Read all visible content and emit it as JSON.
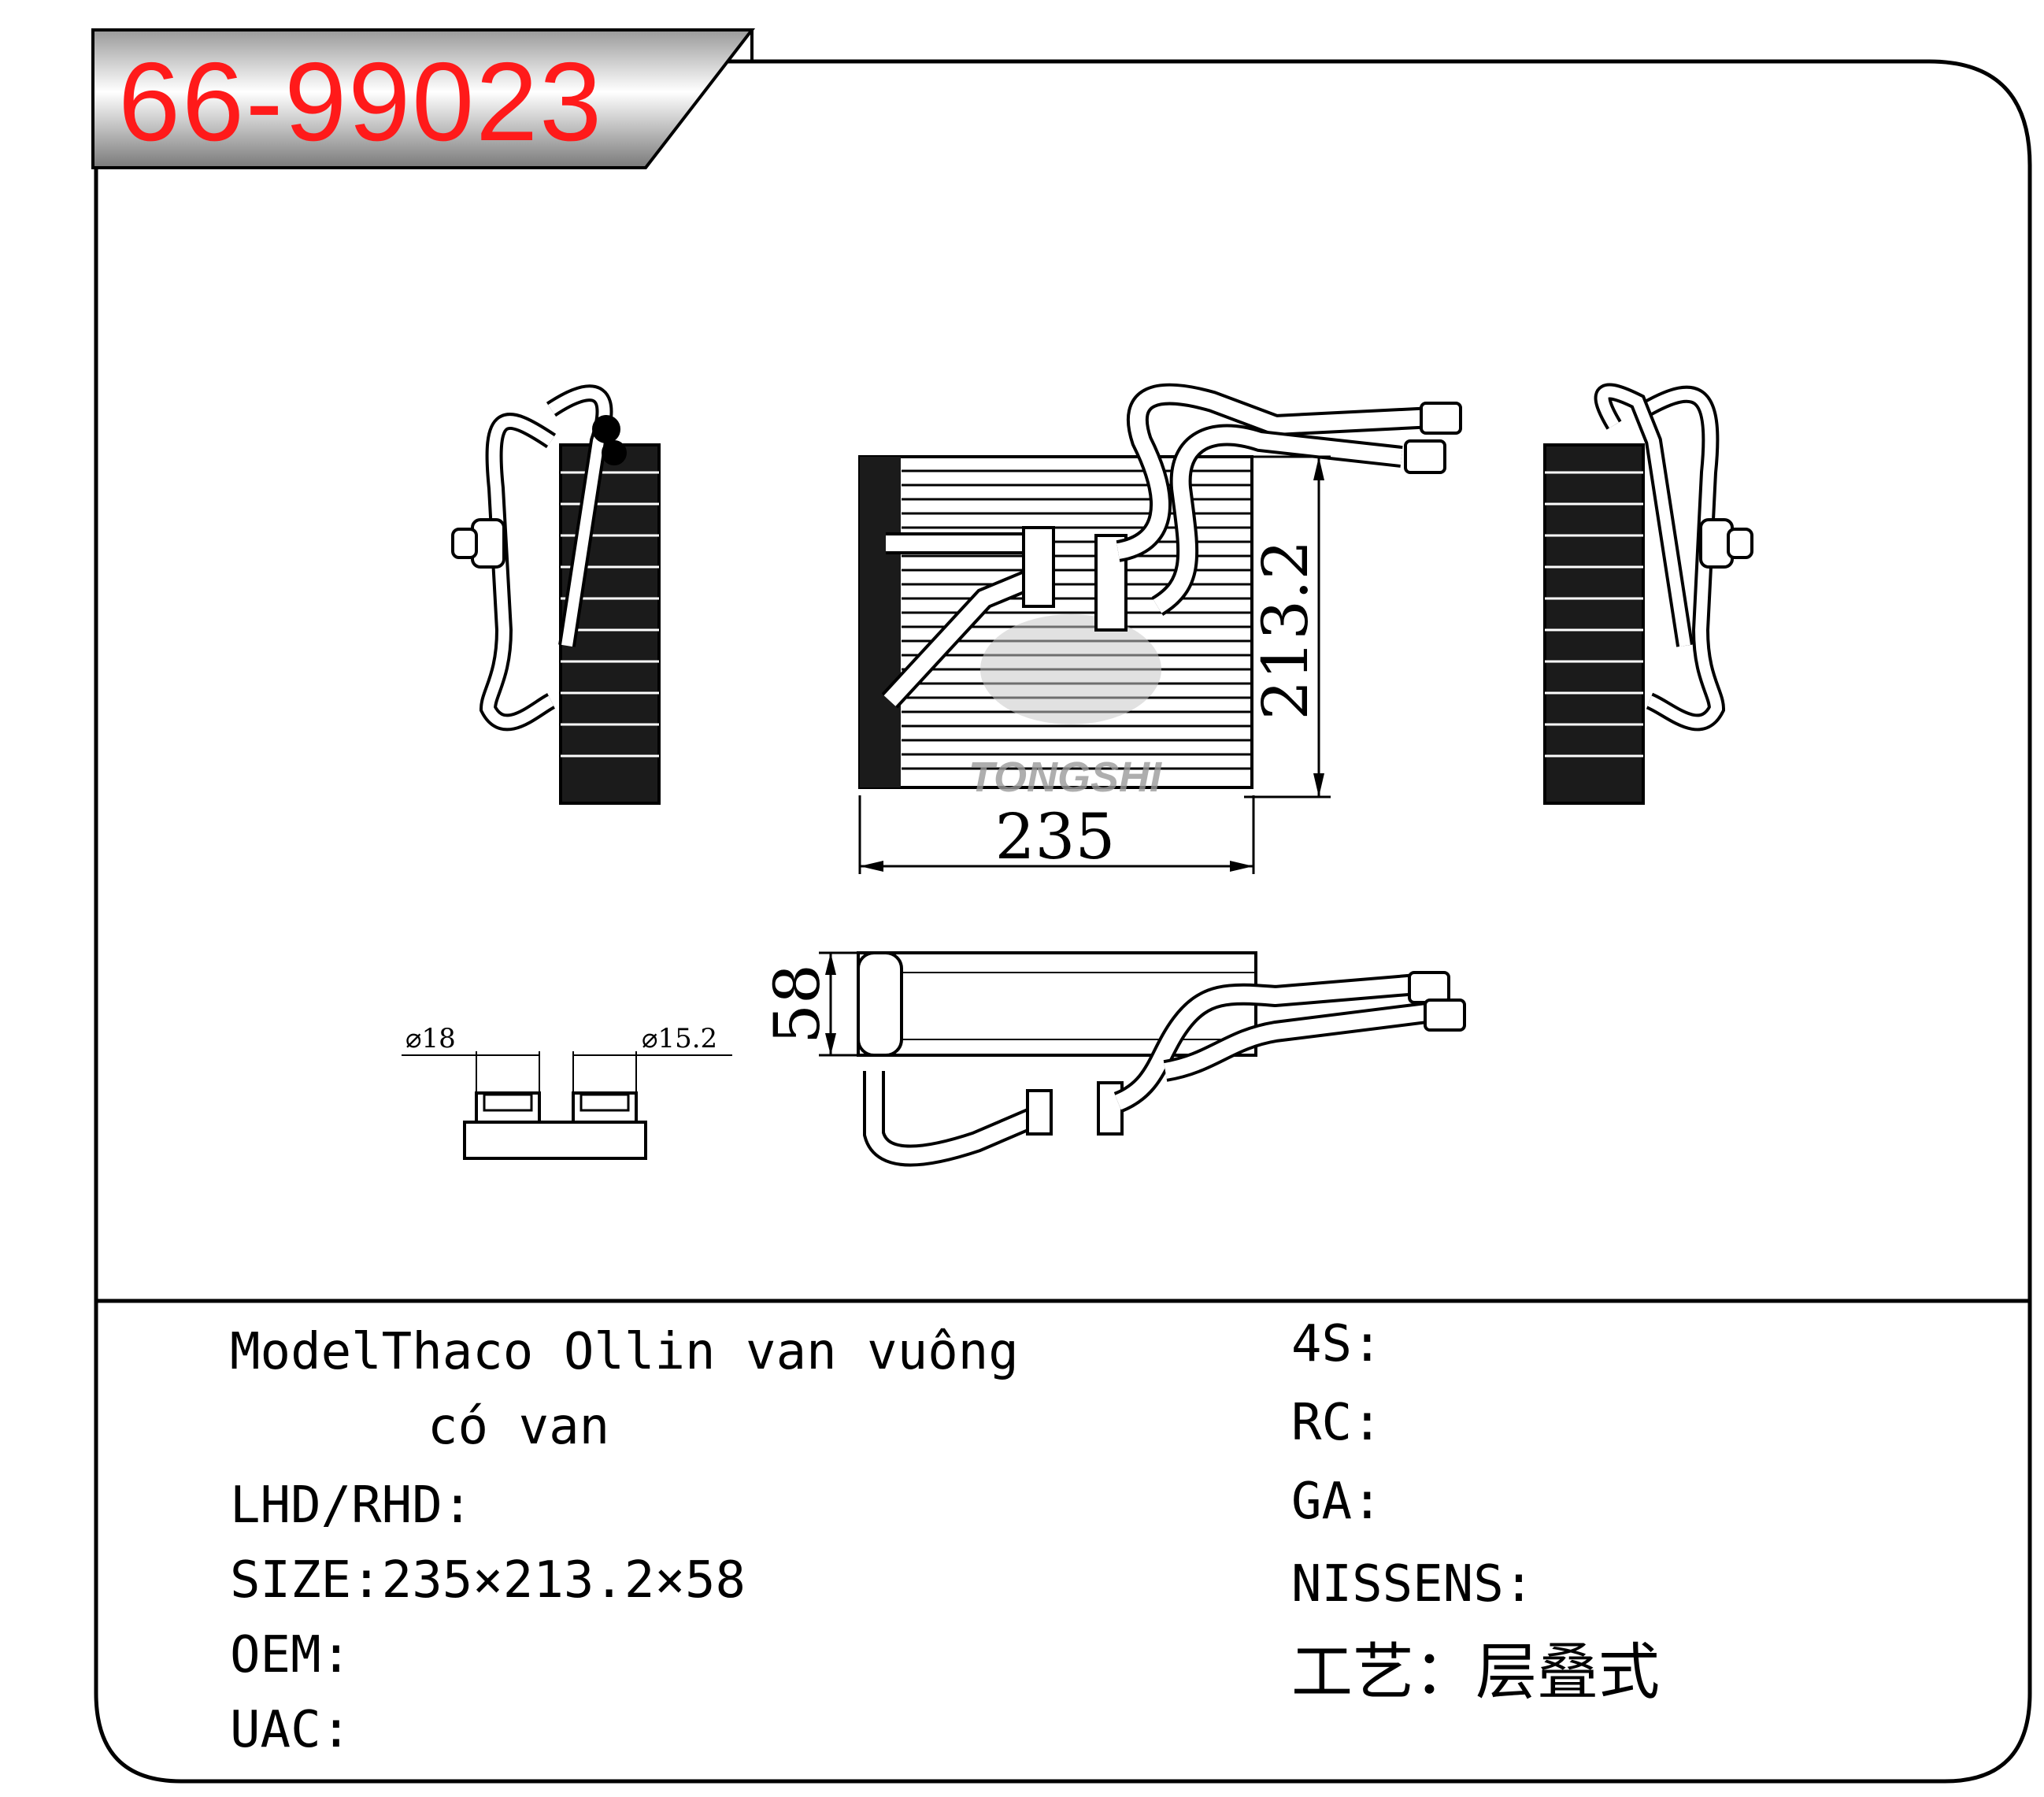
{
  "header": {
    "part_number": "66-99023"
  },
  "drawing": {
    "width_dim": "235",
    "height_dim": "213.2",
    "depth_dim": "58",
    "port_a": "⌀18",
    "port_b": "⌀15.2",
    "watermark": "TONGSHI"
  },
  "specs": {
    "model_line1": "ModelThaco Ollin van vuông",
    "model_line2": "có van",
    "lhd_rhd": "LHD/RHD:",
    "size": "SIZE:235×213.2×58",
    "oem": "OEM:",
    "uac": "UAC:",
    "s4": "4S:",
    "rc": "RC:",
    "ga": "GA:",
    "nissens": "NISSENS:",
    "process": "工艺：层叠式"
  }
}
